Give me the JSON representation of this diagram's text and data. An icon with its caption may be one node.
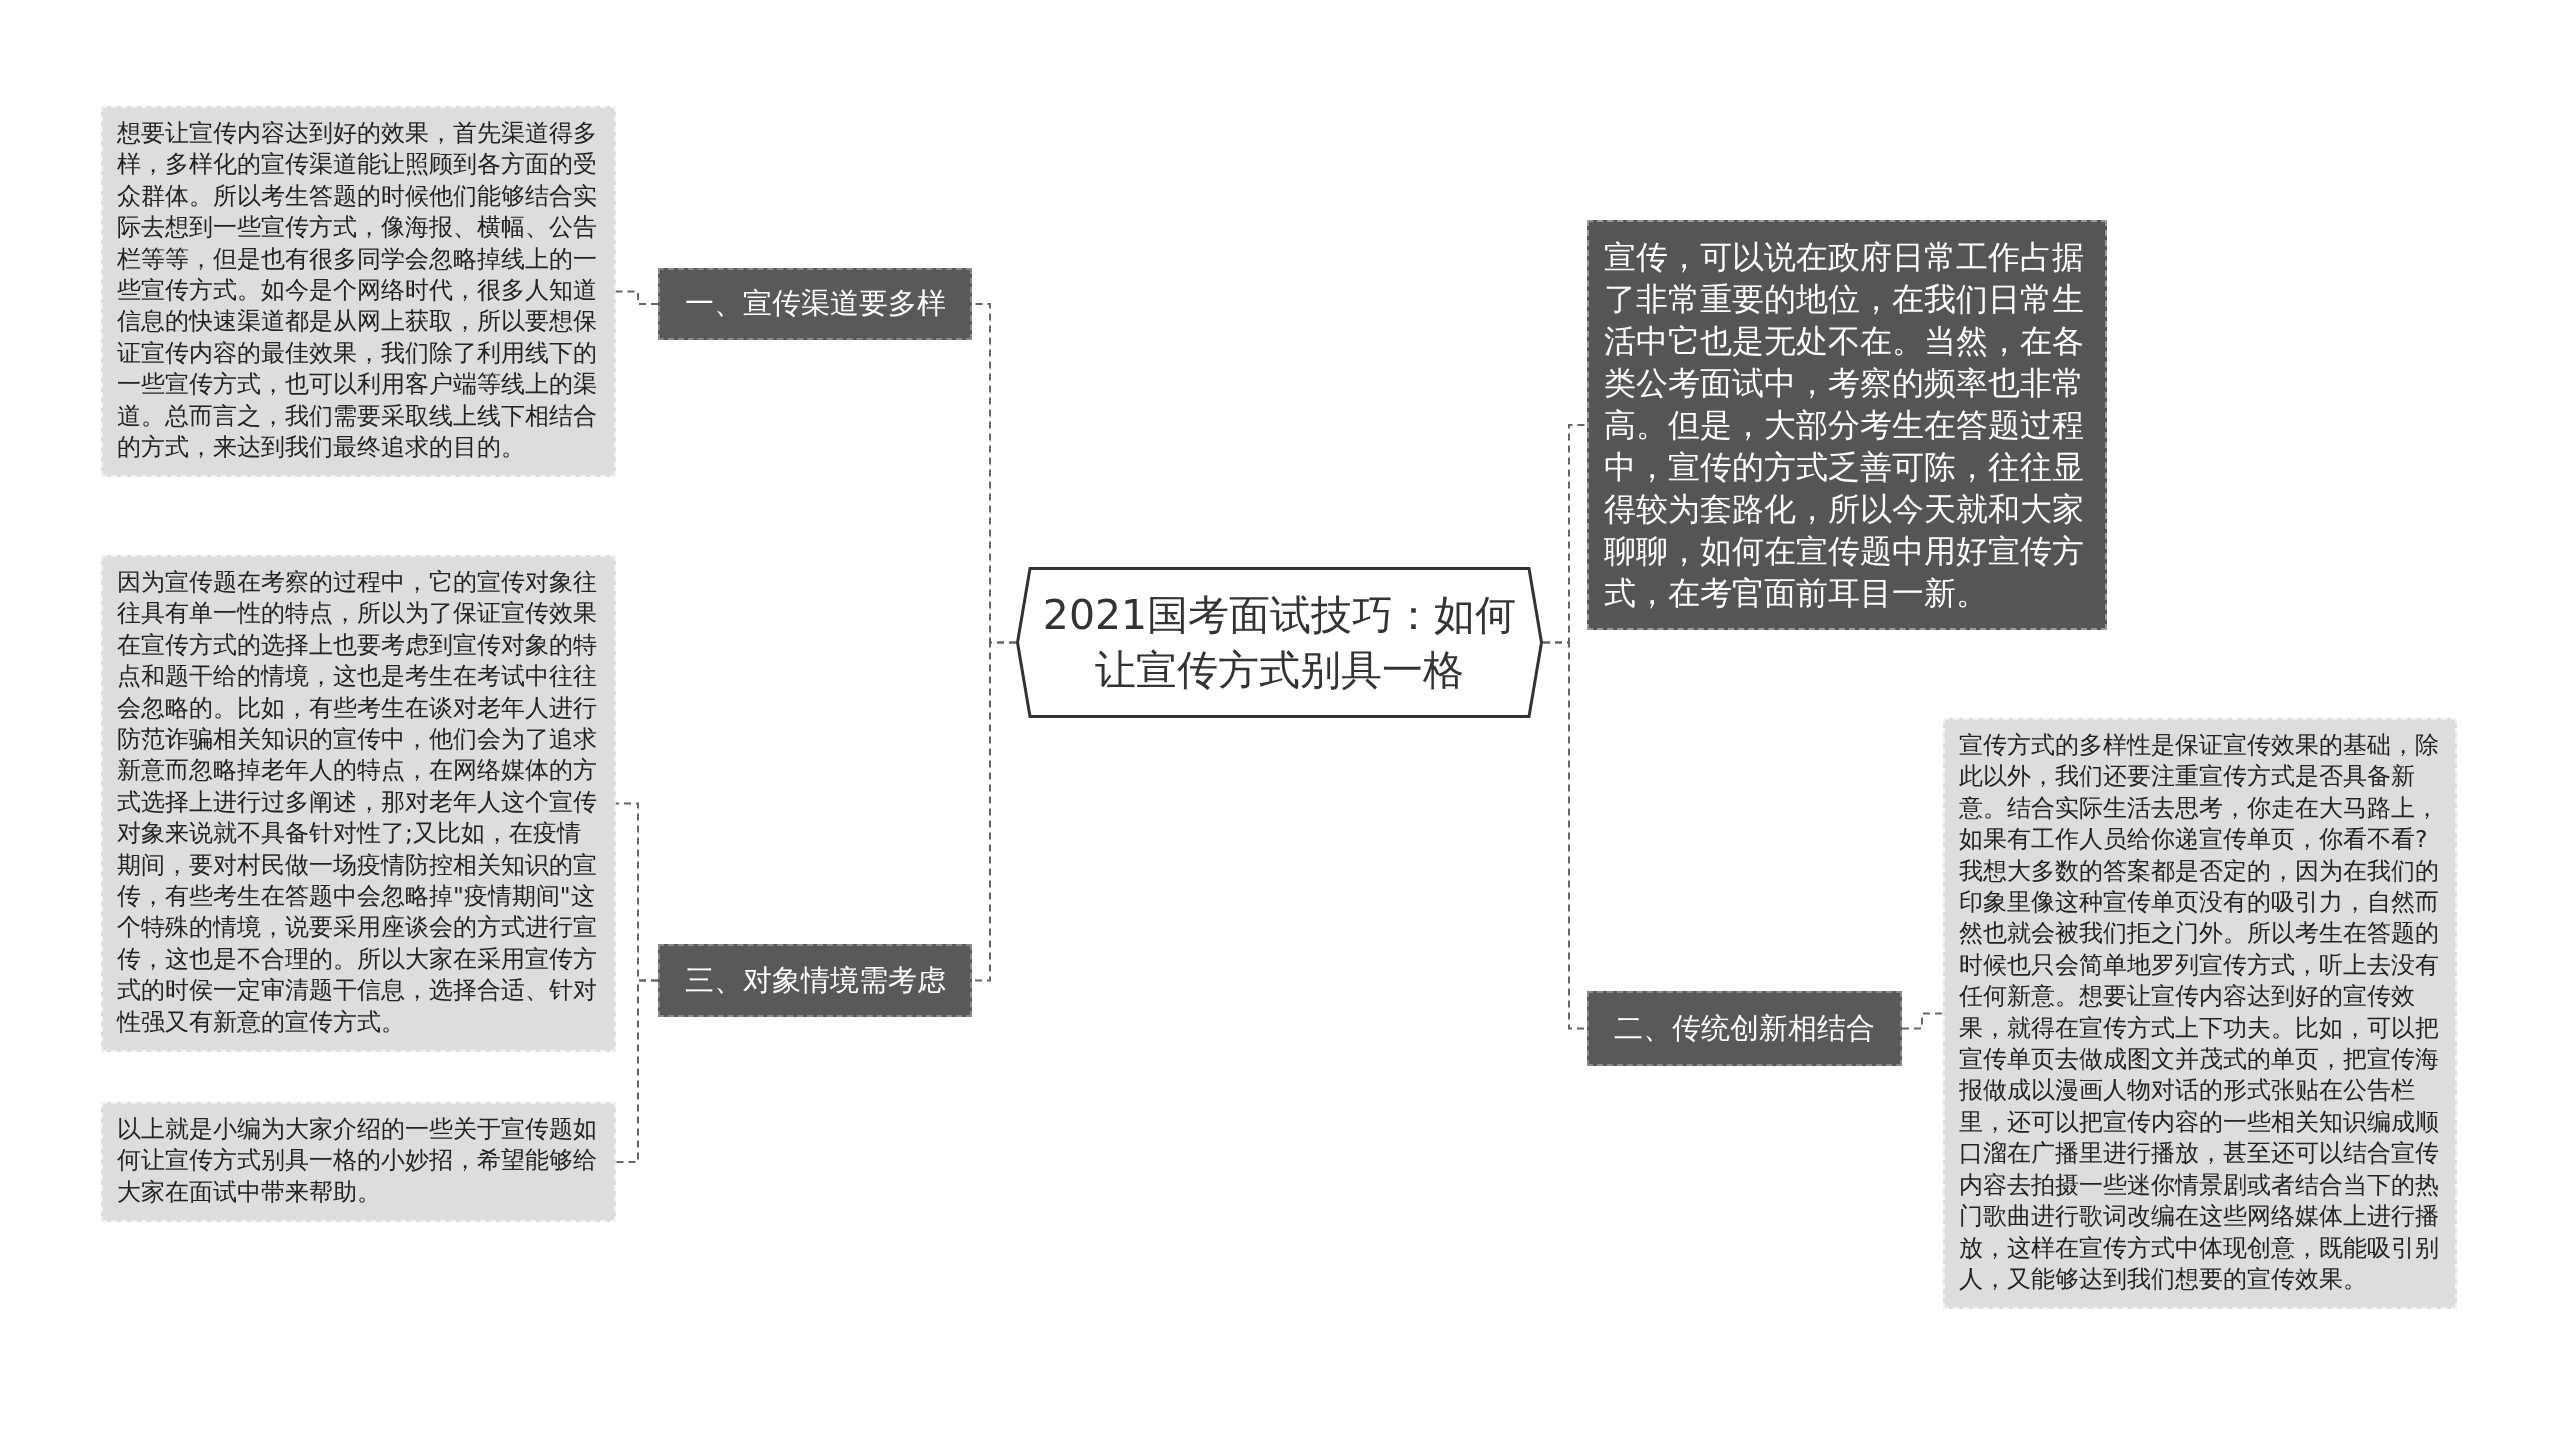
{
  "diagram": {
    "nodes": [
      {
        "text": [
          "2021国考面试技巧：如何让宣传方式别具一格"
        ]
      },
      {
        "text": [
          "一、宣传渠道要多样"
        ]
      },
      {
        "text": [
          "想要让宣传内容达到好的效果，首先渠道得多样，多样化的宣传渠道能让照顾到各方面的受众群体。所以考生答题的时候他们能够结合实际去想到一些宣传方式，像海报、横幅、公告栏等等，但是也有很多同学会忽略掉线上的一些宣传方式。如今是个网络时代，很多人知道信息的快速渠道都是从网上获取，所以要想保证宣传内容的最佳效果，我们除了利用线下的一些宣传方式，也可以利用客户端等线上的渠道。总而言之，我们需要采取线上线下相结合的方式，来达到我们最终追求的目的。"
        ]
      },
      {
        "text": [
          "三、对象情境需考虑"
        ]
      },
      {
        "text": [
          "因为宣传题在考察的过程中，它的宣传对象往往具有单一性的特点，所以为了保证宣传效果在宣传方式的选择上也要考虑到宣传对象的特点和题干给的情境，这也是考生在考试中往往会忽略的。比如，有些考生在谈对老年人进行防范诈骗相关知识的宣传中，他们会为了追求新意而忽略掉老年人的特点，在网络媒体的方式选择上进行过多阐述，那对老年人这个宣传对象来说就不具备针对性了;又比如，在疫情期间，要对村民做一场疫情防控相关知识的宣传，有些考生在答题中会忽略掉\"疫情期间\"这个特殊的情境，说要采用座谈会的方式进行宣传，这也是不合理的。所以大家在采用宣传方式的时侯一定审清题干信息，选择合适、针对性强又有新意的宣传方式。"
        ]
      },
      {
        "text": [
          "以上就是小编为大家介绍的一些关于宣传题如何让宣传方式别具一格的小妙招，希望能够给大家在面试中带来帮助。"
        ]
      },
      {
        "text": [
          "宣传，可以说在政府日常工作占据了非常重要的地位，在我们日常生活中它也是无处不在。当然，在各类公考面试中，考察的频率也非常高。但是，大部分考生在答题过程中，宣传的方式乏善可陈，往往显得较为套路化，所以今天就和大家聊聊，如何在宣传题中用好宣传方式，在考官面前耳目一新。"
        ]
      },
      {
        "text": [
          "二、传统创新相结合"
        ]
      },
      {
        "text": [
          "宣传方式的多样性是保证宣传效果的基础，除此以外，我们还要注重宣传方式是否具备新意。结合实际生活去思考，你走在大马路上，如果有工作人员给你递宣传单页，你看不看?我想大多数的答案都是否定的，因为在我们的印象里像这种宣传单页没有的吸引力，自然而然也就会被我们拒之门外。所以考生在答题的时候也只会简单地罗列宣传方式，听上去没有任何新意。想要让宣传内容达到好的宣传效果，就得在宣传方式上下功夫。比如，可以把宣传单页去做成图文并茂式的单页，把宣传海报做成以漫画人物对话的形式张贴在公告栏里，还可以把宣传内容的一些相关知识编成顺口溜在广播里进行播放，甚至还可以结合宣传内容去拍摄一些迷你情景剧或者结合当下的热门歌曲进行歌词改编在这些网络媒体上进行播放，这样在宣传方式中体现创意，既能吸引别人，又能够达到我们想要的宣传效果。"
        ]
      }
    ],
    "edges": [
      {
        "from": 0,
        "to": 1,
        "arrow": "none",
        "style": "dashed"
      },
      {
        "from": 1,
        "to": 2,
        "arrow": "none",
        "style": "dashed"
      },
      {
        "from": 0,
        "to": 3,
        "arrow": "none",
        "style": "dashed"
      },
      {
        "from": 3,
        "to": 4,
        "arrow": "none",
        "style": "dashed"
      },
      {
        "from": 3,
        "to": 5,
        "arrow": "none",
        "style": "dashed"
      },
      {
        "from": 0,
        "to": 6,
        "arrow": "none",
        "style": "dashed"
      },
      {
        "from": 0,
        "to": 7,
        "arrow": "none",
        "style": "dashed"
      },
      {
        "from": 7,
        "to": 8,
        "arrow": "none",
        "style": "dashed"
      }
    ]
  }
}
